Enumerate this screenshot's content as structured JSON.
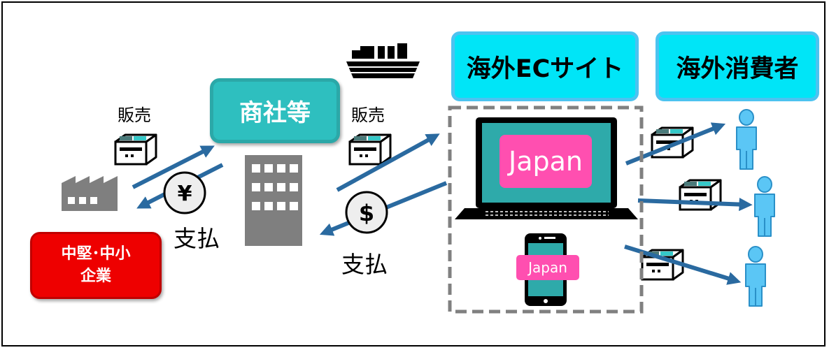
{
  "nodes": {
    "trading_company": "商社等",
    "overseas_ec": "海外ECサイト",
    "overseas_consumer": "海外消費者",
    "sme_line1": "中堅･中小",
    "sme_line2": "企業"
  },
  "labels": {
    "sales_left": "販売",
    "sales_mid": "販売",
    "payment_left": "支払",
    "payment_mid": "支払"
  },
  "screens": {
    "laptop": "Japan",
    "phone": "Japan"
  },
  "currency": {
    "yen": "¥",
    "dollar": "$"
  },
  "icons": [
    "factory-icon",
    "building-icon",
    "ship-icon",
    "package-icon",
    "laptop-icon",
    "smartphone-icon",
    "person-icon",
    "yen-coin-icon",
    "dollar-coin-icon",
    "arrow-icon"
  ],
  "colors": {
    "arrow": "#2a6aa0",
    "trading_fill": "#2ebfbf",
    "ec_fill": "#00e5f7",
    "sme_fill": "#ee0000",
    "screen_label": "#ff4fb0",
    "person": "#5bc6f5"
  }
}
